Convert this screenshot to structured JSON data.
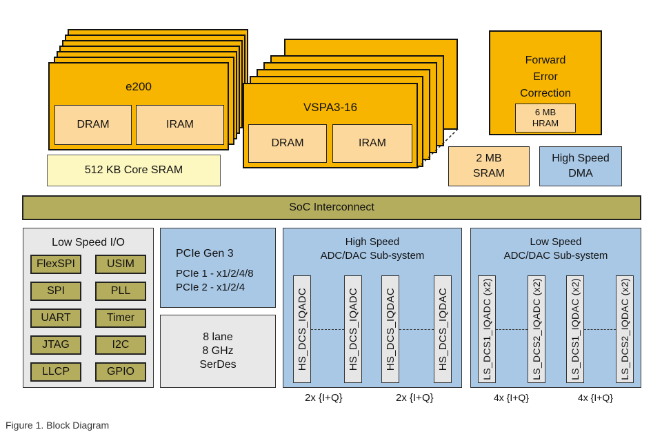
{
  "e200": {
    "title": "e200",
    "dram": "DRAM",
    "iram": "IRAM"
  },
  "core_sram": "512 KB Core SRAM",
  "vspa": {
    "title": "VSPA3-16",
    "dram": "DRAM",
    "iram": "IRAM"
  },
  "fec": {
    "title": "Forward\nError\nCorrection",
    "hram": "6 MB\nHRAM"
  },
  "sram": "2 MB\nSRAM",
  "dma": "High Speed\nDMA",
  "interconnect": "SoC Interconnect",
  "low_speed_io": {
    "title": "Low Speed I/O",
    "items": [
      "FlexSPI",
      "USIM",
      "SPI",
      "PLL",
      "UART",
      "Timer",
      "JTAG",
      "I2C",
      "LLCP",
      "GPIO"
    ]
  },
  "pcie": {
    "title": "PCIe Gen 3",
    "lines": "PCIe 1 - x1/2/4/8\nPCIe 2 - x1/2/4"
  },
  "serdes": "8 lane\n8 GHz\nSerDes",
  "hs_adc": {
    "title": "High Speed\nADC/DAC Sub-system",
    "blocks": [
      "HS_DCS_IQADC",
      "HS_DCS_IQADC",
      "HS_DCS_IQDAC",
      "HS_DCS_IQDAC"
    ],
    "labels": [
      "2x {I+Q}",
      "2x {I+Q}"
    ]
  },
  "ls_adc": {
    "title": "Low Speed\nADC/DAC Sub-system",
    "blocks": [
      "LS_DCS1_IQADC (x2)",
      "LS_DCS2_IQADC (x2)",
      "LS_DCS1_IQDAC (x2)",
      "LS_DCS2_IQDAC (x2)"
    ],
    "labels": [
      "4x {I+Q}",
      "4x {I+Q}"
    ]
  },
  "caption": "Figure 1.  Block Diagram",
  "colors": {
    "orange": "#f7b500",
    "peach": "#fcd89c",
    "cream": "#fdf7c0",
    "olive": "#b5ad5e",
    "blue": "#a9c8e6",
    "grey": "#e8e8e8"
  }
}
